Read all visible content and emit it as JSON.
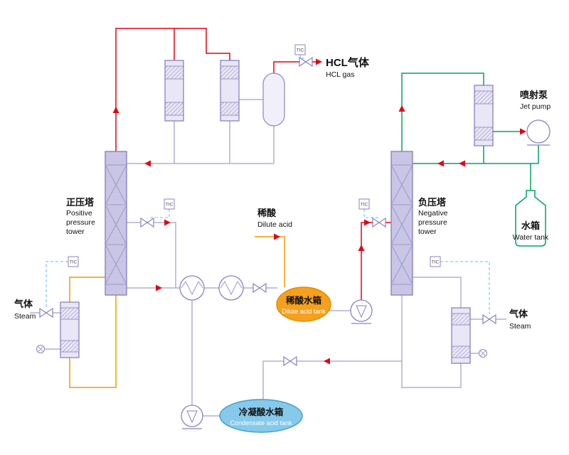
{
  "diagram": {
    "labels": {
      "hcl_gas_zh": "HCL气体",
      "hcl_gas_en": "HCL gas",
      "jet_pump_zh": "喷射泵",
      "jet_pump_en": "Jet pump",
      "water_tank_zh": "水箱",
      "water_tank_en": "Water tank",
      "positive_tower_zh": "正压塔",
      "positive_tower_en1": "Positive",
      "positive_tower_en2": "pressure",
      "positive_tower_en3": "tower",
      "negative_tower_zh": "负压塔",
      "negative_tower_en1": "Negative",
      "negative_tower_en2": "pressure",
      "negative_tower_en3": "tower",
      "dilute_acid_zh": "稀酸",
      "dilute_acid_en": "Dilute acid",
      "dilute_acid_tank_zh": "稀酸水箱",
      "dilute_acid_tank_en": "Dilute acid tank",
      "condensate_tank_zh": "冷凝酸水箱",
      "condensate_tank_en": "Condensate acid tank",
      "steam_zh": "气体",
      "steam_en": "Steam",
      "controller": "TIC"
    },
    "colors": {
      "line_red": "#e60012",
      "line_green": "#00a55f",
      "line_orange": "#f39800",
      "line_lavender": "#b3aed6",
      "signal_blue": "#7ecef4",
      "equipment_purple": "#8a82c0",
      "tank_orange_fill": "#f5a01e",
      "tank_blue_fill": "#87c9ea"
    }
  }
}
